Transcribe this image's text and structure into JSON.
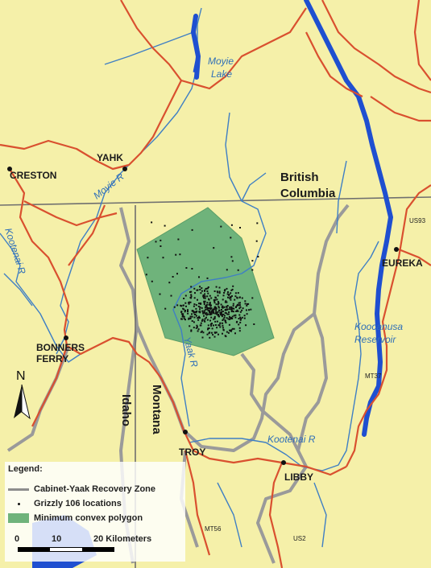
{
  "map": {
    "places": {
      "creston": "CRESTON",
      "yahk": "YAHK",
      "bonners_ferry_1": "BONNERS",
      "bonners_ferry_2": "FERRY",
      "troy": "TROY",
      "libby": "LIBBY",
      "eureka": "EUREKA"
    },
    "water": {
      "moyie_lake_1": "Moyie",
      "moyie_lake_2": "Lake",
      "moyie_river": "Moyie R",
      "kootenai_river_west": "Kootenai R",
      "yaak_river": "Yaak R",
      "kootenai_river_east": "Kootenai R",
      "koocanusa_1": "Koocanusa",
      "koocanusa_2": "Reservoir"
    },
    "regions": {
      "british_columbia_1": "British",
      "british_columbia_2": "Columbia",
      "montana": "Montana",
      "idaho": "Idaho"
    },
    "highways": {
      "us93": "US93",
      "mt37": "MT37",
      "mt56": "MT56",
      "us2": "US2"
    },
    "north_arrow": "N"
  },
  "legend": {
    "title": "Legend:",
    "items": [
      "Cabinet-Yaak Recovery Zone",
      "Grizzly 106 locations",
      "Minimum convex polygon"
    ]
  },
  "scale": {
    "labels": [
      "0",
      "10",
      "20 Kilometers"
    ]
  },
  "colors": {
    "background": "#f5f0a9",
    "road": "#d9502f",
    "river": "#3f7fc4",
    "reservoir": "#1f4fd0",
    "recovery_zone": "#8d8d8d",
    "polygon": "#6fb37b",
    "border": "#6f6f6f"
  }
}
